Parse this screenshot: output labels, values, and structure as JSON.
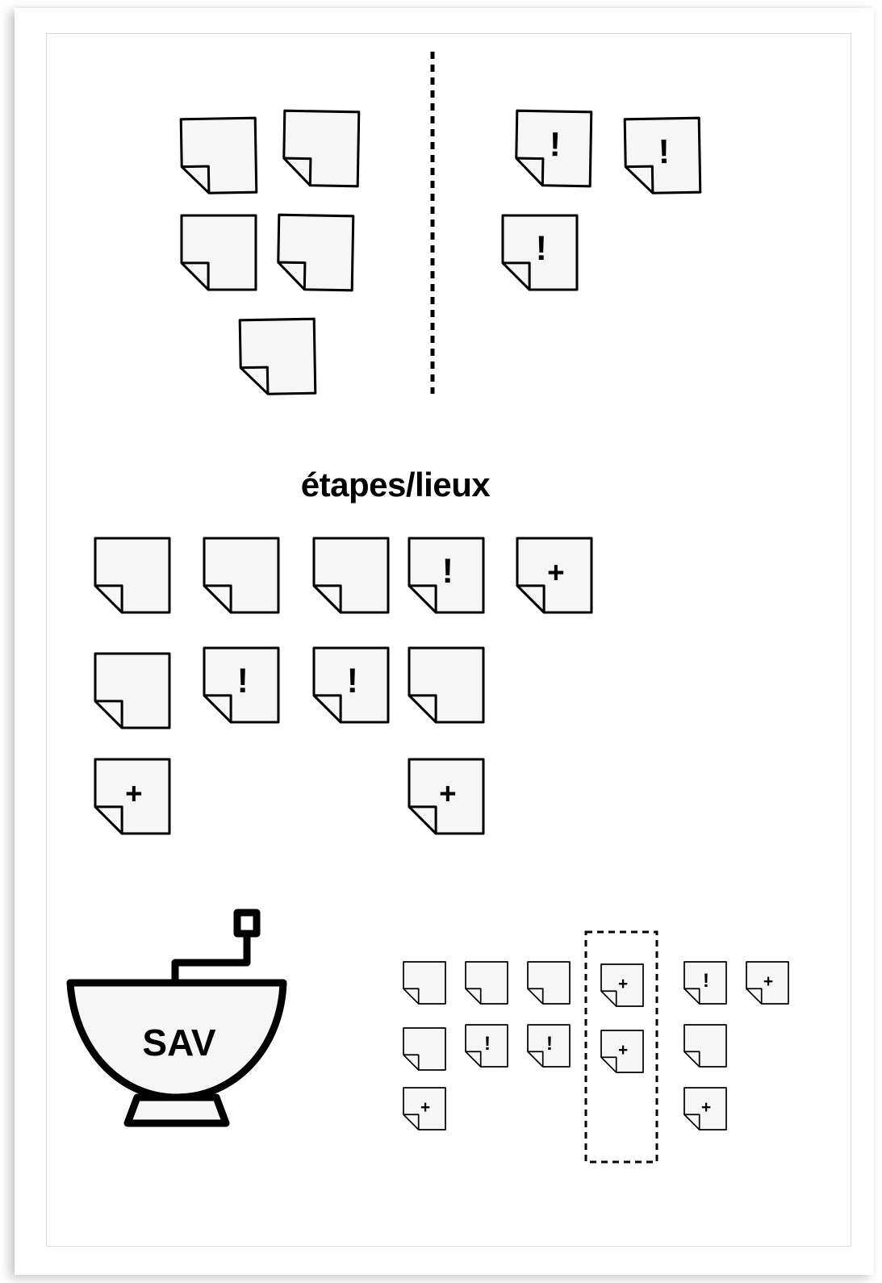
{
  "section_title": "étapes/lieux",
  "machine_label": "SAV",
  "glyphs": {
    "exclaim": "!",
    "plus": "+"
  },
  "colors": {
    "note_fill": "#f6f6f6",
    "stroke": "#000000"
  },
  "top_left_notes": [
    {
      "id": "note-tl-1",
      "mark": ""
    },
    {
      "id": "note-tl-2",
      "mark": ""
    },
    {
      "id": "note-tl-3",
      "mark": ""
    },
    {
      "id": "note-tl-4",
      "mark": ""
    },
    {
      "id": "note-tl-5",
      "mark": ""
    }
  ],
  "top_right_notes": [
    {
      "id": "note-tr-1",
      "mark": "!"
    },
    {
      "id": "note-tr-2",
      "mark": "!"
    },
    {
      "id": "note-tr-3",
      "mark": "!"
    }
  ],
  "grid_notes": [
    {
      "id": "note-g-1",
      "mark": ""
    },
    {
      "id": "note-g-2",
      "mark": ""
    },
    {
      "id": "note-g-3",
      "mark": ""
    },
    {
      "id": "note-g-4",
      "mark": "!"
    },
    {
      "id": "note-g-5",
      "mark": "+"
    },
    {
      "id": "note-g-6",
      "mark": ""
    },
    {
      "id": "note-g-7",
      "mark": "!"
    },
    {
      "id": "note-g-8",
      "mark": "!"
    },
    {
      "id": "note-g-9",
      "mark": ""
    },
    {
      "id": "note-g-10",
      "mark": "+"
    },
    {
      "id": "note-g-11",
      "mark": "+"
    }
  ],
  "small_notes": [
    {
      "id": "note-s-1",
      "mark": ""
    },
    {
      "id": "note-s-2",
      "mark": ""
    },
    {
      "id": "note-s-3",
      "mark": ""
    },
    {
      "id": "note-s-4",
      "mark": "+"
    },
    {
      "id": "note-s-5",
      "mark": "!"
    },
    {
      "id": "note-s-6",
      "mark": "+"
    },
    {
      "id": "note-s-7",
      "mark": ""
    },
    {
      "id": "note-s-8",
      "mark": "!"
    },
    {
      "id": "note-s-9",
      "mark": "!"
    },
    {
      "id": "note-s-10",
      "mark": "+"
    },
    {
      "id": "note-s-11",
      "mark": ""
    },
    {
      "id": "note-s-12",
      "mark": "+"
    },
    {
      "id": "note-s-13",
      "mark": "+"
    }
  ]
}
